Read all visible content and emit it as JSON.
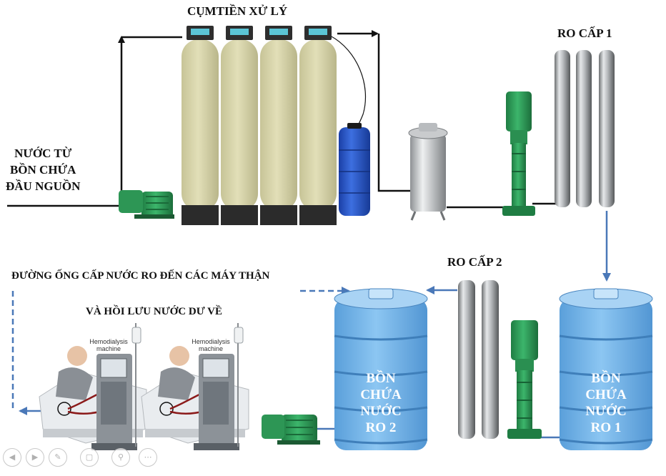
{
  "labels": {
    "pretreatment": "CỤMTIỀN XỬ LÝ",
    "ro_stage1": "RO CẤP 1",
    "ro_stage2": "RO CẤP 2",
    "source_line1": "NƯỚC TỪ",
    "source_line2": "BỒN CHỨA",
    "source_line3": "ĐẦU NGUỒN",
    "distribution_line1": "ĐƯỜNG ỐNG CẤP NƯỚC RO ĐẾN CÁC MÁY THẬN",
    "distribution_line2": "VÀ HỒI LƯU NƯỚC DƯ VỀ"
  },
  "tanks": {
    "ro2": {
      "line1": "BỒN",
      "line2": "CHỨA",
      "line3": "NƯỚC",
      "line4": "RO 2"
    },
    "ro1": {
      "line1": "BỒN",
      "line2": "CHỨA",
      "line3": "NƯỚC",
      "line4": "RO 1"
    }
  },
  "machines": [
    {
      "caption_line1": "Hemodialysis",
      "caption_line2": "machine"
    },
    {
      "caption_line1": "Hemodialysis",
      "caption_line2": "machine"
    }
  ],
  "nav_icons": [
    "back-icon",
    "forward-icon",
    "pen-icon",
    "slides-icon",
    "zoom-icon",
    "more-icon"
  ],
  "colors": {
    "filter_body": "#d6d3a6",
    "filter_base": "#2b2b2b",
    "controller": "#2e2e2e",
    "pump_green": "#2f9e5a",
    "pipe_black": "#111111",
    "arrow_blue": "#4a78b8",
    "tank_blue": "#6fb2e8",
    "membrane_steel": "#a9acae",
    "bag_blue": "#1f4fbf"
  }
}
